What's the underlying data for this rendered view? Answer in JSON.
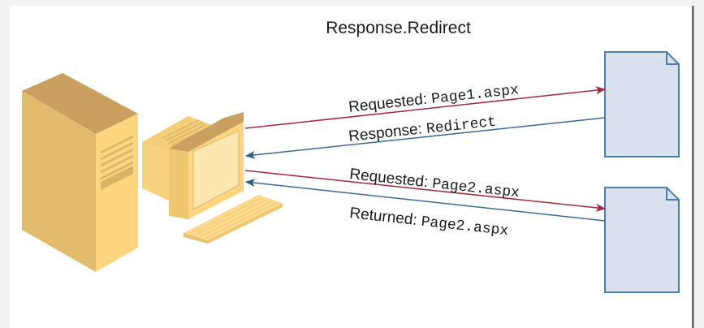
{
  "title": "Response.Redirect",
  "colors": {
    "request_arrow": "#a8263a",
    "response_arrow": "#3a6a94",
    "document_fill": "#d9e1ef",
    "document_stroke": "#4a7fb0",
    "hardware_top": "#c9a060",
    "hardware_left": "#e2bc6c",
    "hardware_right": "#ffd57f"
  },
  "nodes": {
    "server": "server-tower",
    "client": "client-computer",
    "documents": [
      "document-page1",
      "document-page2"
    ]
  },
  "arrows": [
    {
      "direction": "request",
      "prefix": "Requested: ",
      "value": "Page1.aspx"
    },
    {
      "direction": "response",
      "prefix": "Response: ",
      "value": "Redirect"
    },
    {
      "direction": "request",
      "prefix": "Requested: ",
      "value": "Page2.aspx"
    },
    {
      "direction": "response",
      "prefix": "Returned: ",
      "value": "Page2.aspx"
    }
  ]
}
